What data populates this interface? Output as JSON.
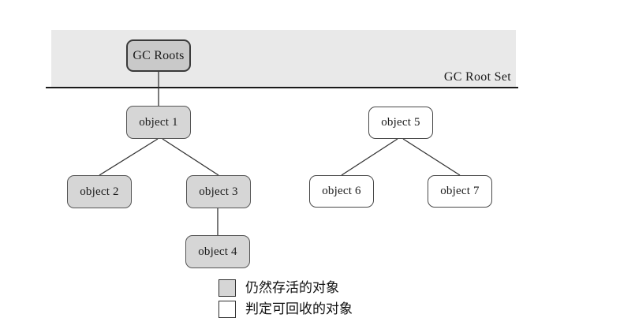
{
  "diagram": {
    "kind": "gc-reachability-tree",
    "banner": {
      "label": "GC Root Set"
    },
    "nodes": {
      "gc_roots": {
        "label": "GC Roots",
        "status": "root"
      },
      "object1": {
        "label": "object 1",
        "status": "alive"
      },
      "object2": {
        "label": "object 2",
        "status": "alive"
      },
      "object3": {
        "label": "object 3",
        "status": "alive"
      },
      "object4": {
        "label": "object 4",
        "status": "alive"
      },
      "object5": {
        "label": "object 5",
        "status": "recyclable"
      },
      "object6": {
        "label": "object 6",
        "status": "recyclable"
      },
      "object7": {
        "label": "object 7",
        "status": "recyclable"
      }
    },
    "edges": [
      {
        "from": "gc_roots",
        "to": "object1"
      },
      {
        "from": "object1",
        "to": "object2"
      },
      {
        "from": "object1",
        "to": "object3"
      },
      {
        "from": "object3",
        "to": "object4"
      },
      {
        "from": "object5",
        "to": "object6"
      },
      {
        "from": "object5",
        "to": "object7"
      }
    ],
    "legend": {
      "alive": {
        "label": "仍然存活的对象",
        "swatch_color": "#d6d6d6"
      },
      "recyclable": {
        "label": "判定可回收的对象",
        "swatch_color": "#ffffff"
      }
    },
    "colors": {
      "banner_bg": "#e9e9e9",
      "separator_line": "#1b1b1b",
      "root_fill": "#c9c9c9",
      "alive_fill": "#d6d6d6",
      "recyclable_fill": "#ffffff",
      "edge_stroke": "#333333"
    }
  }
}
